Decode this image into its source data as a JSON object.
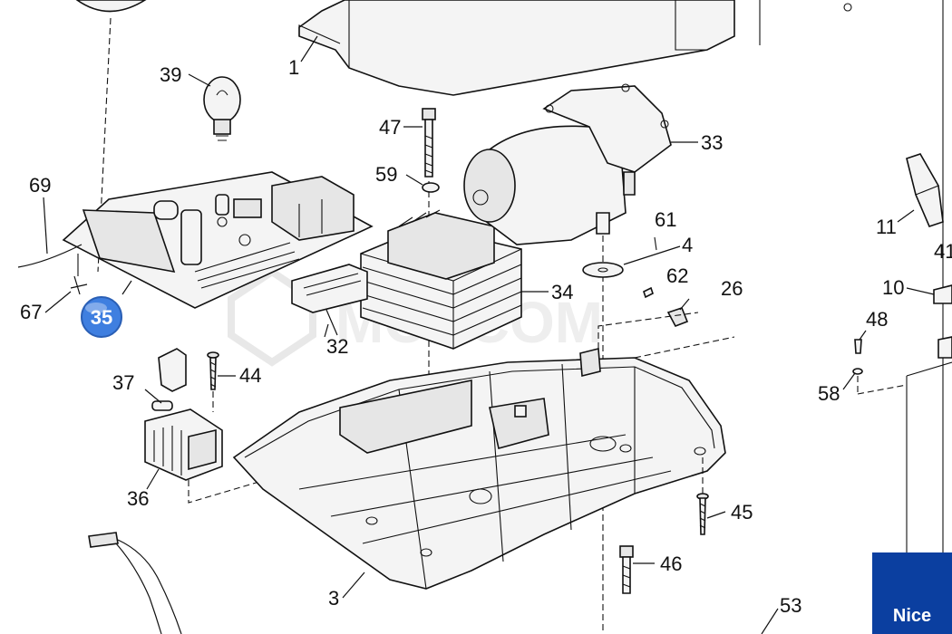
{
  "diagram": {
    "brand": "Nice",
    "highlight_color": "#3f7fe0",
    "highlighted_part": "35",
    "watermark": "MOSCOM",
    "part_labels": {
      "p1": "1",
      "p3": "3",
      "p4": "4",
      "p10": "10",
      "p11": "11",
      "p26": "26",
      "p32": "32",
      "p33": "33",
      "p34": "34",
      "p36": "36",
      "p37": "37",
      "p39": "39",
      "p41": "41",
      "p44": "44",
      "p45": "45",
      "p46": "46",
      "p47": "47",
      "p48": "48",
      "p53": "53",
      "p58": "58",
      "p59": "59",
      "p61": "61",
      "p62": "62",
      "p67": "67",
      "p69": "69"
    }
  }
}
